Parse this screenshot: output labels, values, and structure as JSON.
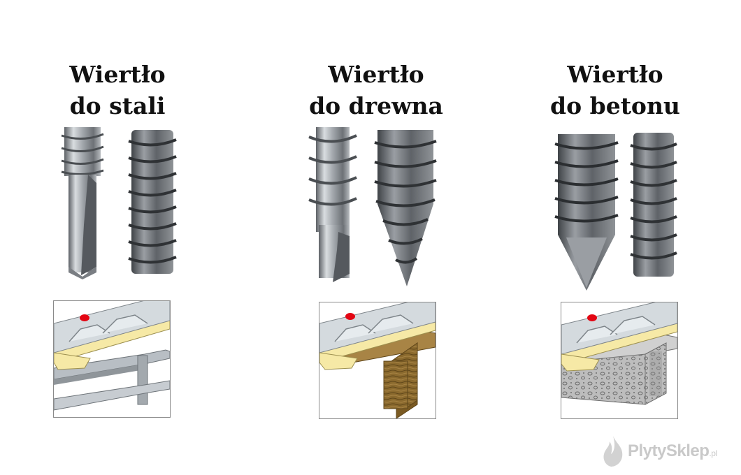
{
  "columns": [
    {
      "title_line1": "Wiertło",
      "title_line2": "do stali",
      "substrate": "steel-beam"
    },
    {
      "title_line1": "Wiertło",
      "title_line2": "do drewna",
      "substrate": "wood-beam"
    },
    {
      "title_line1": "Wiertło",
      "title_line2": "do betonu",
      "substrate": "concrete-beam"
    }
  ],
  "logo": {
    "name": "PlytySklep",
    "suffix": ".pl"
  },
  "colors": {
    "drill_point": "#e30613",
    "panel_core": "#f6e9a6",
    "panel_metal": "#cfd6dc",
    "steel": "#9aa1a8",
    "wood": "#8b6a2e",
    "concrete": "#b9b9b9"
  }
}
